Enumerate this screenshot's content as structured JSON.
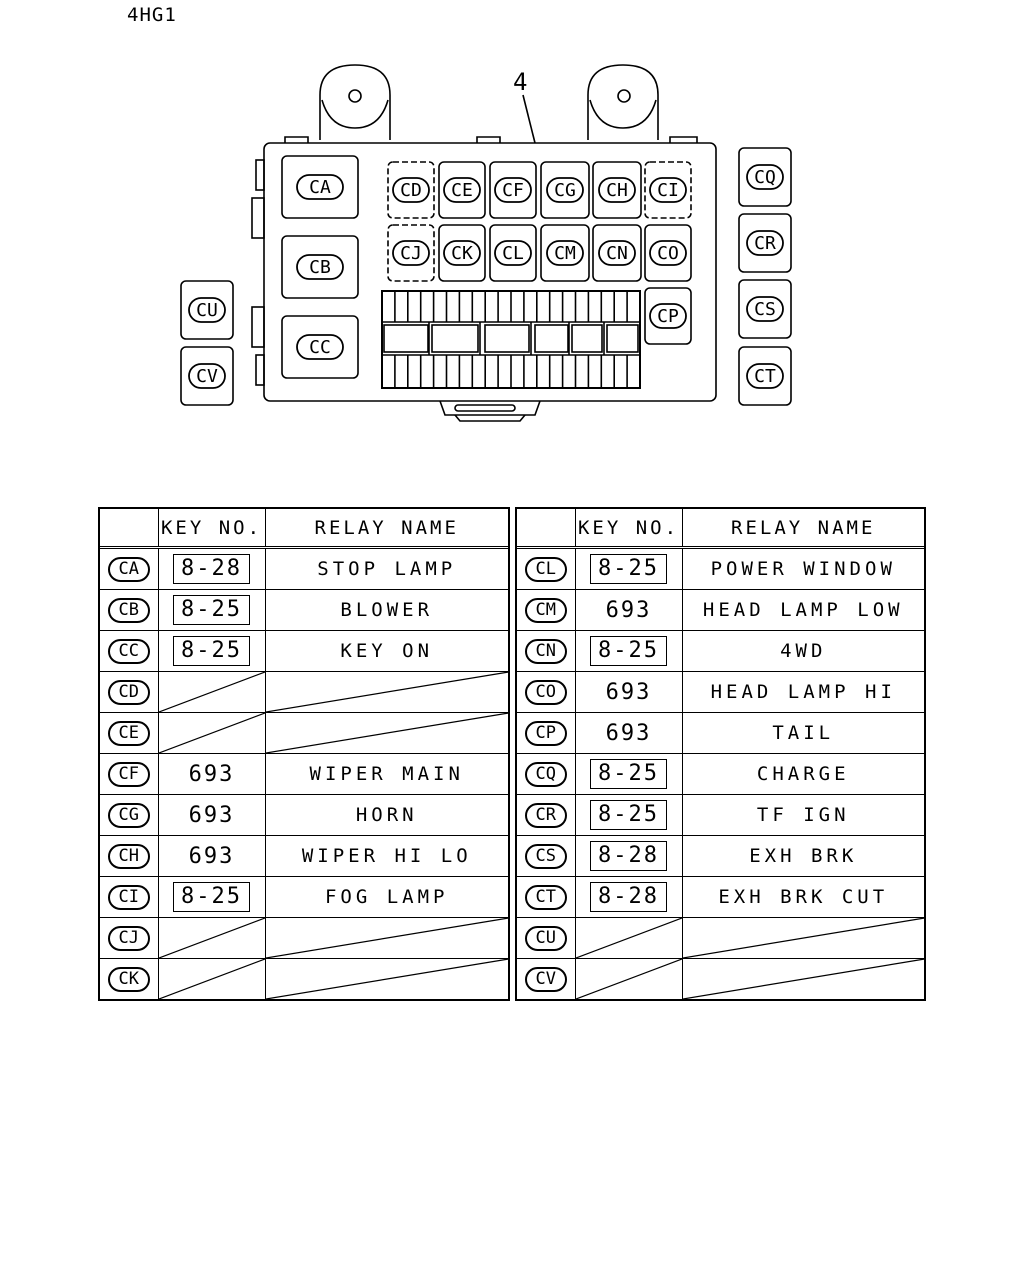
{
  "model_code": "4HG1",
  "callout": "4",
  "diagram_labels": {
    "CA": "CA",
    "CB": "CB",
    "CC": "CC",
    "CD": "CD",
    "CE": "CE",
    "CF": "CF",
    "CG": "CG",
    "CH": "CH",
    "CI": "CI",
    "CJ": "CJ",
    "CK": "CK",
    "CL": "CL",
    "CM": "CM",
    "CN": "CN",
    "CO": "CO",
    "CP": "CP",
    "CQ": "CQ",
    "CR": "CR",
    "CS": "CS",
    "CT": "CT",
    "CU": "CU",
    "CV": "CV"
  },
  "table_headers": {
    "key_no": "KEY NO.",
    "relay_name": "RELAY NAME"
  },
  "left_table": [
    {
      "id": "CA",
      "key": "8-28",
      "boxed": true,
      "name": "STOP LAMP"
    },
    {
      "id": "CB",
      "key": "8-25",
      "boxed": true,
      "name": "BLOWER"
    },
    {
      "id": "CC",
      "key": "8-25",
      "boxed": true,
      "name": "KEY ON"
    },
    {
      "id": "CD",
      "key": "",
      "boxed": false,
      "name": ""
    },
    {
      "id": "CE",
      "key": "",
      "boxed": false,
      "name": ""
    },
    {
      "id": "CF",
      "key": "693",
      "boxed": false,
      "name": "WIPER MAIN"
    },
    {
      "id": "CG",
      "key": "693",
      "boxed": false,
      "name": "HORN"
    },
    {
      "id": "CH",
      "key": "693",
      "boxed": false,
      "name": "WIPER HI LO"
    },
    {
      "id": "CI",
      "key": "8-25",
      "boxed": true,
      "name": "FOG LAMP"
    },
    {
      "id": "CJ",
      "key": "",
      "boxed": false,
      "name": ""
    },
    {
      "id": "CK",
      "key": "",
      "boxed": false,
      "name": ""
    }
  ],
  "right_table": [
    {
      "id": "CL",
      "key": "8-25",
      "boxed": true,
      "name": "POWER WINDOW"
    },
    {
      "id": "CM",
      "key": "693",
      "boxed": false,
      "name": "HEAD LAMP LOW"
    },
    {
      "id": "CN",
      "key": "8-25",
      "boxed": true,
      "name": "4WD"
    },
    {
      "id": "CO",
      "key": "693",
      "boxed": false,
      "name": "HEAD LAMP HI"
    },
    {
      "id": "CP",
      "key": "693",
      "boxed": false,
      "name": "TAIL"
    },
    {
      "id": "CQ",
      "key": "8-25",
      "boxed": true,
      "name": "CHARGE"
    },
    {
      "id": "CR",
      "key": "8-25",
      "boxed": true,
      "name": "TF IGN"
    },
    {
      "id": "CS",
      "key": "8-28",
      "boxed": true,
      "name": "EXH BRK"
    },
    {
      "id": "CT",
      "key": "8-28",
      "boxed": true,
      "name": "EXH BRK CUT"
    },
    {
      "id": "CU",
      "key": "",
      "boxed": false,
      "name": ""
    },
    {
      "id": "CV",
      "key": "",
      "boxed": false,
      "name": ""
    }
  ]
}
